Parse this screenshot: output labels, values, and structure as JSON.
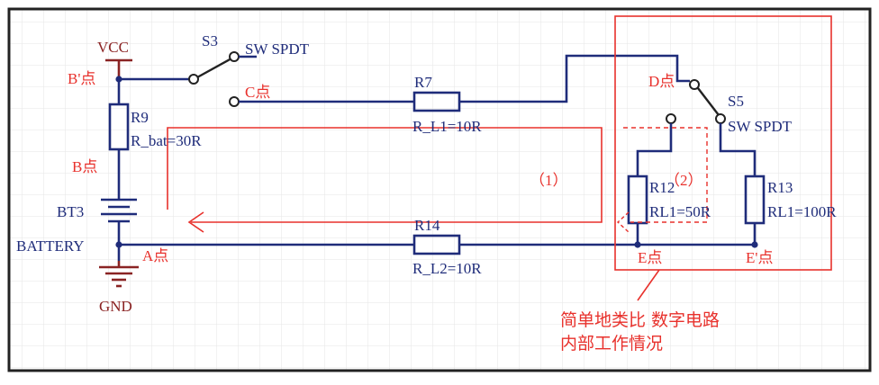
{
  "labels": {
    "vcc": "VCC",
    "s3_ref": "S3",
    "s3_type": "SW SPDT",
    "b_prime": "B'点",
    "c_point": "C点",
    "r7_ref": "R7",
    "r7_val": "R_L1=10R",
    "d_point": "D点",
    "s5_ref": "S5",
    "s5_type": "SW SPDT",
    "r9_ref": "R9",
    "r9_val": "R_bat=30R",
    "b_point": "B点",
    "loop1": "（1）",
    "loop2": "（2）",
    "r12_ref": "R12",
    "r12_val": "RL1=50R",
    "r13_ref": "R13",
    "r13_val": "RL1=100R",
    "bt3_ref": "BT3",
    "battery": "BATTERY",
    "r14_ref": "R14",
    "r14_val": "R_L2=10R",
    "a_point": "A点",
    "e_point": "E点",
    "e_prime": "E'点",
    "gnd": "GND",
    "note_line1": "简单地类比 数字电路",
    "note_line2": "内部工作情况"
  },
  "colors": {
    "wire": "#1f2c7a",
    "annotation": "#e8312c",
    "power": "#8a2323",
    "grid": "#e6e6e6"
  }
}
